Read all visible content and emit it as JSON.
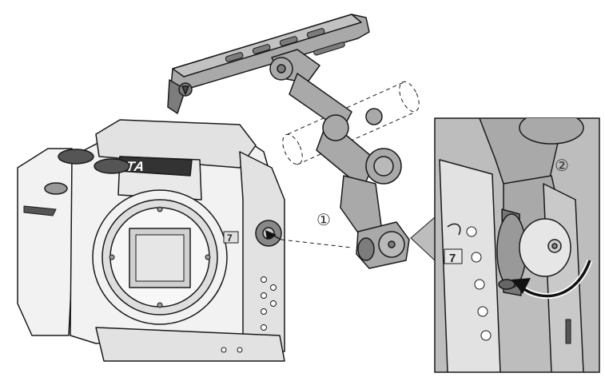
{
  "diagram": {
    "brand_text": "TILTA",
    "steps": [
      {
        "marker": "①"
      },
      {
        "marker": "②"
      }
    ],
    "hole_number": "7",
    "colors": {
      "part_fill": "#a9a9a9",
      "part_dark": "#7c7c7c",
      "camera_fill": "#f2f2f2",
      "outline": "#1a1a1a",
      "inset_bg": "#bdbdbd",
      "arrow": "#111111"
    },
    "icons": [
      "rotate-arrow-icon",
      "dashed-leader-line"
    ]
  }
}
